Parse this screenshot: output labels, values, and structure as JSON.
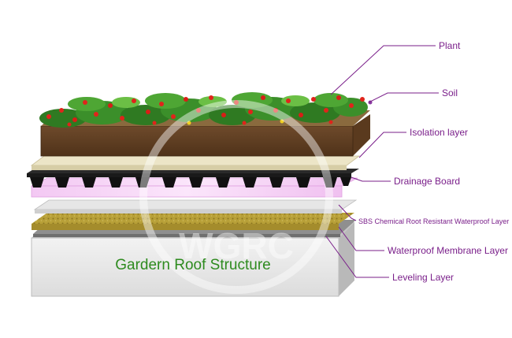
{
  "diagram": {
    "title": "Gardern Roof Structure",
    "watermark": "WGRC",
    "label_color": "#7a1f8a",
    "title_color": "#2e8b1f",
    "callouts": [
      {
        "id": "plant",
        "label": "Plant"
      },
      {
        "id": "soil",
        "label": "Soil"
      },
      {
        "id": "isolation",
        "label": "Isolation layer"
      },
      {
        "id": "drainage",
        "label": "Drainage Board"
      },
      {
        "id": "sbs",
        "label": "SBS Chemical Root Resistant Waterproof Layer"
      },
      {
        "id": "membrane",
        "label": "Waterproof Membrane Layer"
      },
      {
        "id": "leveling",
        "label": "Leveling Layer"
      }
    ]
  }
}
